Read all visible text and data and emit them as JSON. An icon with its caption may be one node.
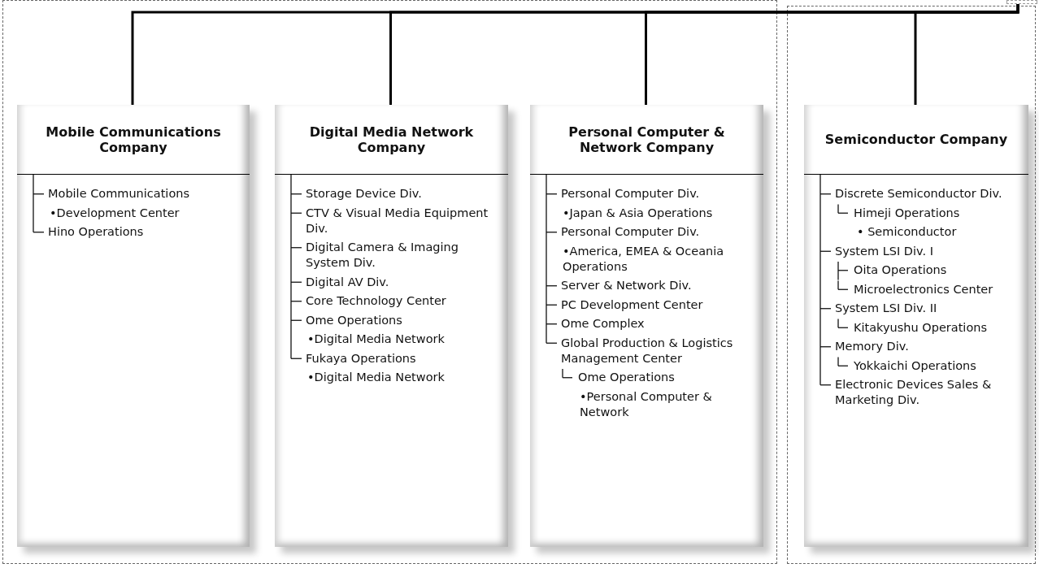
{
  "diagram": {
    "nodes": [
      {
        "text": [],
        "shape": "box"
      },
      {
        "text": [],
        "shape": "box"
      },
      {
        "text": [
          "Mobile Communications Company",
          "Mobile Communications",
          "•Development Center",
          "Hino Operations"
        ],
        "in": 1
      },
      {
        "text": [
          "Digital Media Network Company",
          "Storage Device Div.",
          "CTV & Visual Media Equipment Div.",
          "Digital Camera & Imaging System Div.",
          "Digital AV Div.",
          "Core Technology Center",
          "Ome Operations",
          "•Digital Media Network",
          "Fukaya Operations",
          "•Digital Media Network"
        ],
        "in": 1
      },
      {
        "text": [
          "Personal Computer & Network Company",
          "Personal Computer Div.",
          "•Japan & Asia Operations",
          "Personal Computer Div.",
          "•America, EMEA & Oceania Operations",
          "Server & Network Div.",
          "PC Development Center",
          "Ome Complex",
          "Global Production & Logistics Management Center",
          "Ome Operations",
          "•Personal Computer & Network"
        ],
        "in": 1
      },
      {
        "text": [],
        "shape": "box"
      },
      {
        "text": [
          "Semiconductor Company",
          "Discrete Semiconductor Div.",
          "Himeji Operations",
          "• Semiconductor",
          "System LSI Div. I",
          "Oita Operations",
          "Microelectronics Center",
          "System LSI Div. II",
          "Kitakyushu Operations",
          "Memory Div.",
          "Yokkaichi Operations",
          "Electronic Devices Sales & Marketing Div."
        ],
        "in": 5
      }
    ],
    "edges": [
      {
        "from": 0,
        "to": 2,
        "arrow": "none"
      },
      {
        "from": 0,
        "to": 3,
        "arrow": "none"
      },
      {
        "from": 0,
        "to": 4,
        "arrow": "none"
      },
      {
        "from": 0,
        "to": 6,
        "arrow": "none"
      }
    ]
  }
}
